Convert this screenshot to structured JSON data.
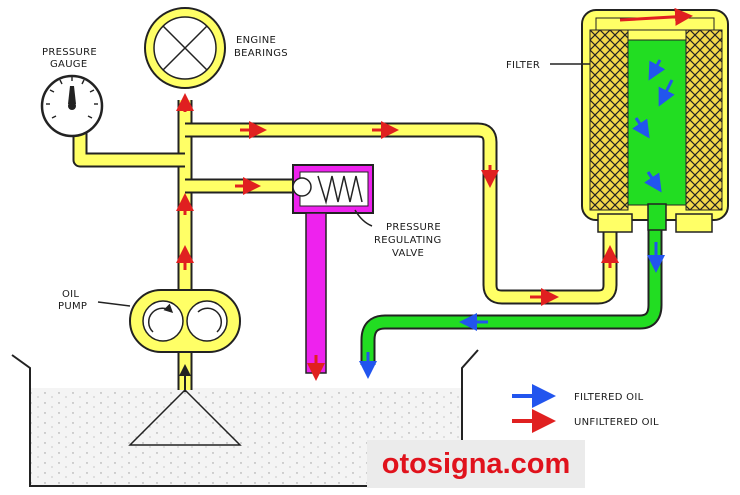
{
  "labels": {
    "pressure_gauge": [
      "PRESSURE",
      "GAUGE"
    ],
    "engine_bearings": [
      "ENGINE",
      "BEARINGS"
    ],
    "filter": "FILTER",
    "pressure_regulating_valve": [
      "PRESSURE",
      "REGULATING",
      "VALVE"
    ],
    "oil_pump": [
      "OIL",
      "PUMP"
    ]
  },
  "legend": {
    "filtered": "FILTERED OIL",
    "unfiltered": "UNFILTERED OIL"
  },
  "watermark": "otosigna.com",
  "colors": {
    "unfiltered_oil": "#ffff66",
    "filtered_oil": "#22dd22",
    "regulator_return": "#ee22ee",
    "filter_element": "#f2d84a",
    "unfiltered_arrow": "#e02020",
    "filtered_arrow": "#2255ee"
  }
}
